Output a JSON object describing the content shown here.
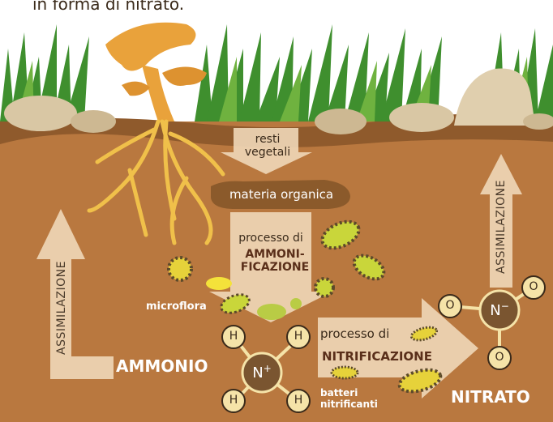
{
  "header_fragment": "in forma di nitrato.",
  "labels": {
    "resti_vegetali": "resti\nvegetali",
    "materia_organica": "materia organica",
    "processo_di_1": "processo di",
    "ammonificazione": "AMMONI-\nFICAZIONE",
    "microflora": "microflora",
    "assimilazione_left": "ASSIMILAZIONE",
    "assimilazione_right": "ASSIMILAZIONE",
    "ammonio": "AMMONIO",
    "processo_di_2": "processo di",
    "nitrificazione": "NITRIFICAZIONE",
    "batteri_nitrificanti": "batteri\nnitrificanti",
    "nitrato": "NITRATO"
  },
  "ammonium": {
    "center": "N",
    "charge": "+",
    "atoms": [
      "H",
      "H",
      "H",
      "H"
    ]
  },
  "nitrate": {
    "center": "N",
    "charge": "−",
    "atoms": [
      "O",
      "O",
      "O"
    ]
  },
  "colors": {
    "soil": "#b9783f",
    "soil_dark": "#8f5a2c",
    "grass": "#3f8f2e",
    "arrow": "#f0d7b8",
    "atom_fill": "#f5e3a8",
    "center_fill": "#7a5530",
    "mushroom": "#e9a23b",
    "bacteria": "#c9d63a"
  }
}
